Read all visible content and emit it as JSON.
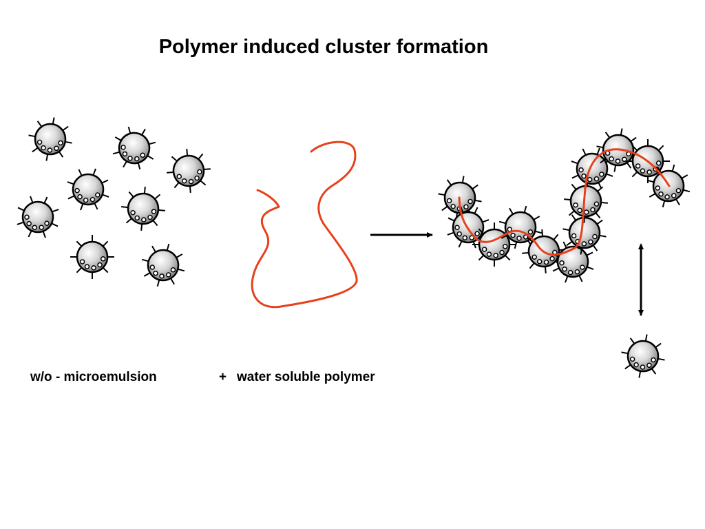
{
  "title": "Polymer induced cluster formation",
  "captions": {
    "left": "w/o - microemulsion",
    "plus": "+",
    "right": "water soluble polymer"
  },
  "colors": {
    "polymer_chain": "#e8401a",
    "droplet_outline": "#000000",
    "droplet_fill_light": "#ffffff",
    "droplet_fill_dark": "#7a7a7a",
    "arrow": "#000000"
  },
  "icons": {
    "droplet": "microemulsion-droplet-icon",
    "reaction_arrow": "right-arrow-icon",
    "exchange_arrow": "double-headed-arrow-icon"
  }
}
